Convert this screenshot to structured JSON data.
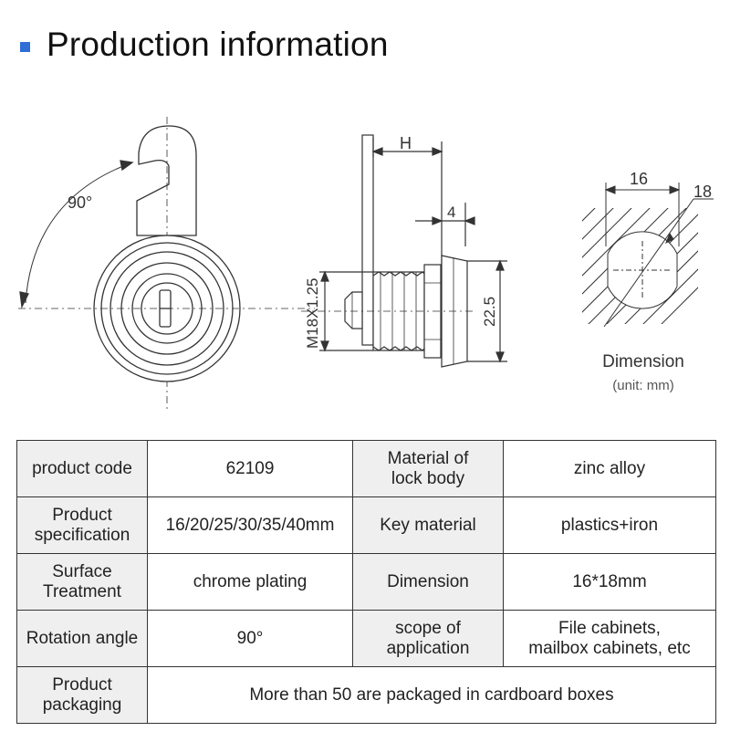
{
  "header": {
    "title": "Production information"
  },
  "drawings": {
    "angle_label": "90°",
    "H_label": "H",
    "dim_4": "4",
    "dim_thread": "M18X1.25",
    "dim_22_5": "22.5",
    "dim_16": "16",
    "dim_18": "18",
    "caption": "Dimension",
    "unit": "(unit: mm)"
  },
  "table": {
    "r1": {
      "l1": "product code",
      "v1": "62109",
      "l2a": "Material of",
      "l2b": "lock body",
      "v2": "zinc alloy"
    },
    "r2": {
      "l1a": "Product",
      "l1b": "specification",
      "v1": "16/20/25/30/35/40mm",
      "l2": "Key material",
      "v2": "plastics+iron"
    },
    "r3": {
      "l1a": "Surface",
      "l1b": "Treatment",
      "v1": "chrome plating",
      "l2": "Dimension",
      "v2": "16*18mm"
    },
    "r4": {
      "l1": "Rotation angle",
      "v1": "90°",
      "l2a": "scope of",
      "l2b": "application",
      "v2a": "File cabinets,",
      "v2b": "mailbox cabinets, etc"
    },
    "r5": {
      "l1a": "Product",
      "l1b": "packaging",
      "v1": "More than 50 are packaged in cardboard boxes"
    }
  }
}
